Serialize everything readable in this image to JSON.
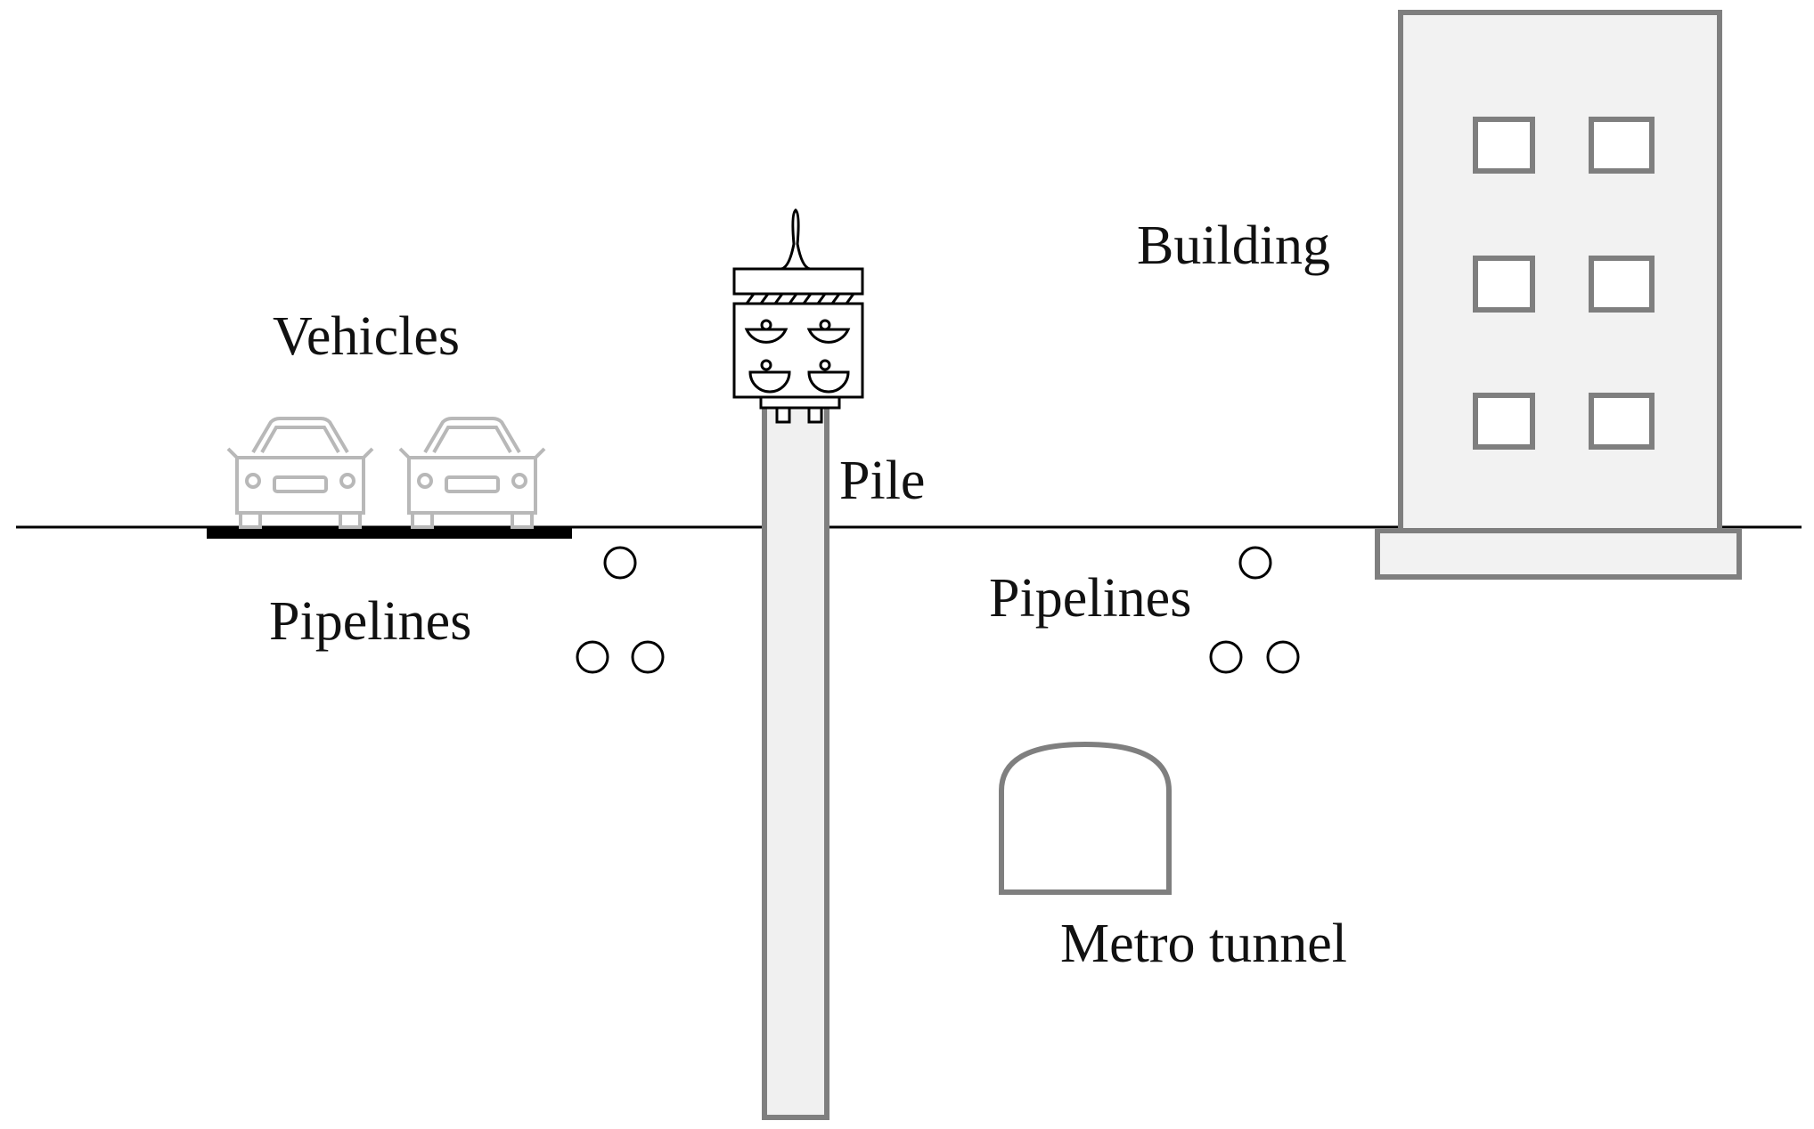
{
  "labels": {
    "vehicles": "Vehicles",
    "pipelines_left": "Pipelines",
    "pile": "Pile",
    "pipelines_right": "Pipelines",
    "building": "Building",
    "metro_tunnel": "Metro tunnel"
  },
  "colors": {
    "outline": "#7f7f7f",
    "ground_line": "#000000",
    "light_fill": "#f0f0f0",
    "text": "#111111"
  },
  "icons": {
    "vehicle": "car-icon",
    "pile_head": "vibratory-hammer-icon",
    "pipe": "circle-pipe-icon"
  }
}
